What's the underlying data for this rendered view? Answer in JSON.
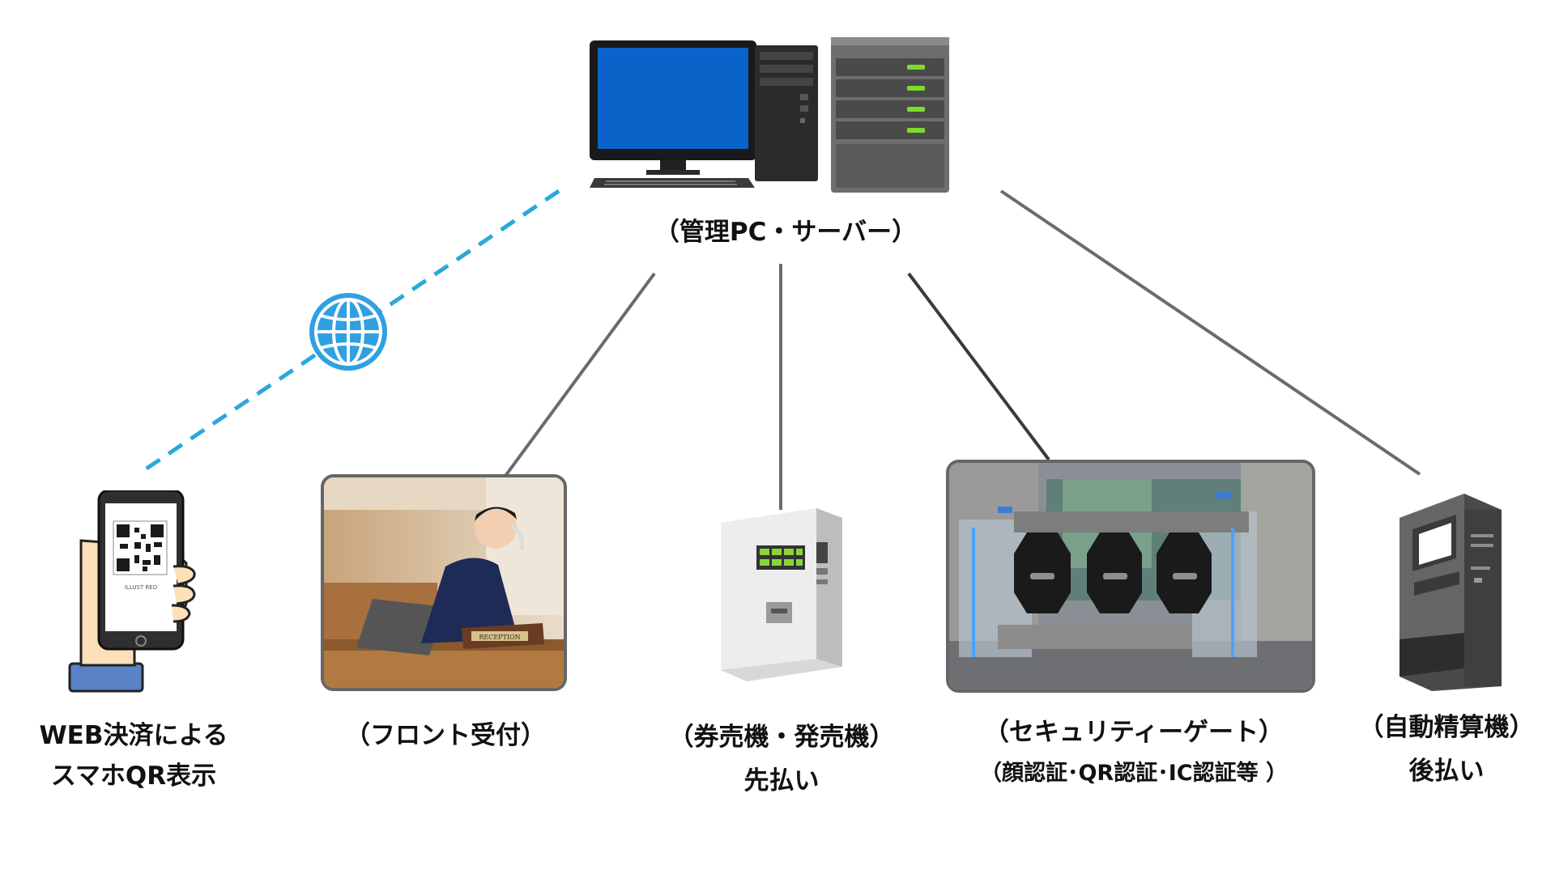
{
  "nodes": {
    "server": {
      "label": "（管理PC・サーバー）"
    },
    "web_qr": {
      "line1": "WEB決済による",
      "line2": "スマホQR表示",
      "phone_caption": "ILLUST RED"
    },
    "front": {
      "label": "（フロント受付）",
      "sign_text": "RECEPTION"
    },
    "ticket": {
      "line1": "（券売機・発売機）",
      "line2": "先払い"
    },
    "gate": {
      "line1": "（セキュリティーゲート）",
      "line2": "（顔認証･QR認証･IC認証等 ）"
    },
    "kiosk": {
      "line1": "（自動精算機）",
      "line2": "後払い"
    }
  },
  "colors": {
    "network_dash": "#2aa8dd",
    "globe": "#2fa0e0",
    "wire": "#6b6b6b",
    "wire_dark": "#3a3a3a",
    "server_led": "#7ddc2a",
    "monitor_screen": "#0a63c9"
  },
  "icons": [
    "monitor-icon",
    "pc-tower-icon",
    "server-icon",
    "globe-icon",
    "smartphone-qr-icon",
    "ticket-machine-icon",
    "atm-kiosk-icon"
  ]
}
